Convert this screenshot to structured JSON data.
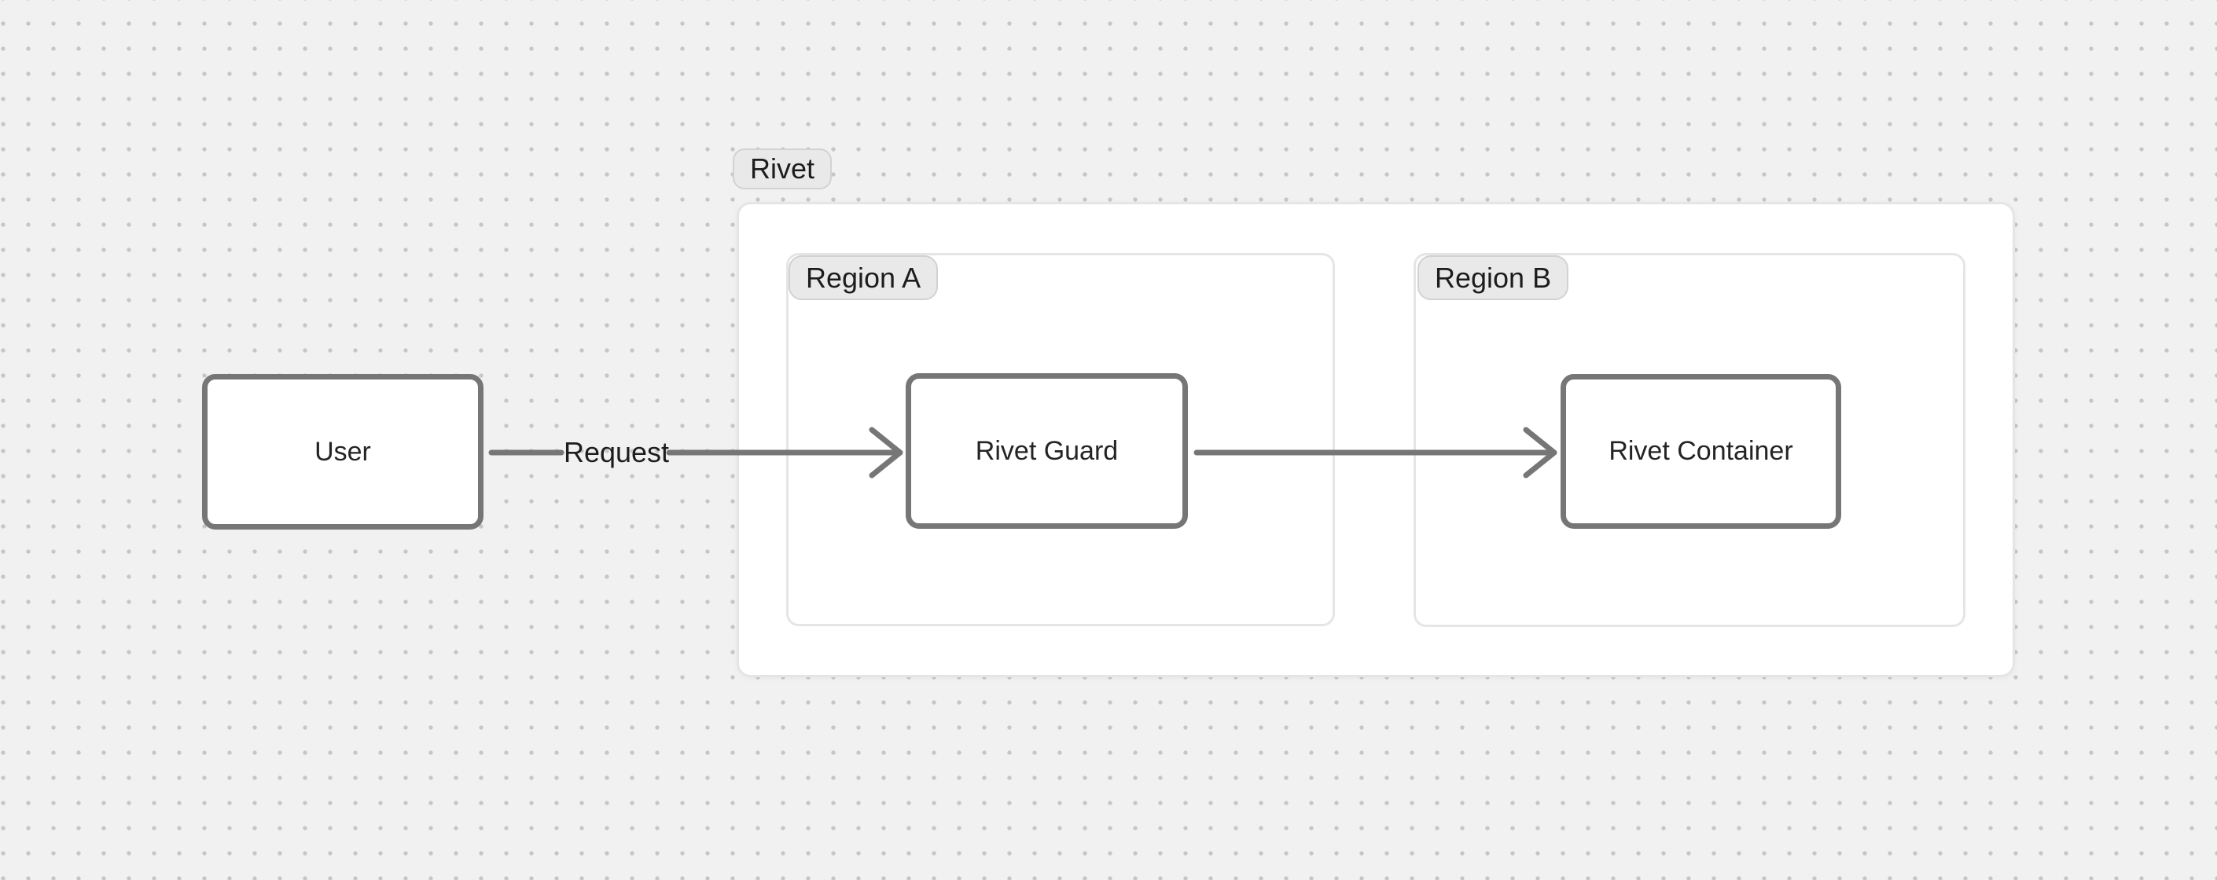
{
  "frames": {
    "rivet": {
      "label": "Rivet"
    },
    "region_a": {
      "label": "Region A"
    },
    "region_b": {
      "label": "Region B"
    }
  },
  "nodes": {
    "user": {
      "label": "User"
    },
    "rivet_guard": {
      "label": "Rivet Guard"
    },
    "rivet_container": {
      "label": "Rivet Container"
    }
  },
  "edges": {
    "request": {
      "label": "Request",
      "from": "User",
      "to": "Rivet Guard"
    },
    "guard_to_container": {
      "label": "",
      "from": "Rivet Guard",
      "to": "Rivet Container"
    }
  },
  "colors": {
    "canvas_bg": "#f1f1f1",
    "canvas_dot": "#c6c6c6",
    "shape_fill": "#ffffff",
    "frame_border": "#e5e5e5",
    "pill_bg": "#e9e9e9",
    "pill_border": "#d2d2d2",
    "node_border": "#767676",
    "arrow": "#767676",
    "text": "#1d1d1d"
  }
}
